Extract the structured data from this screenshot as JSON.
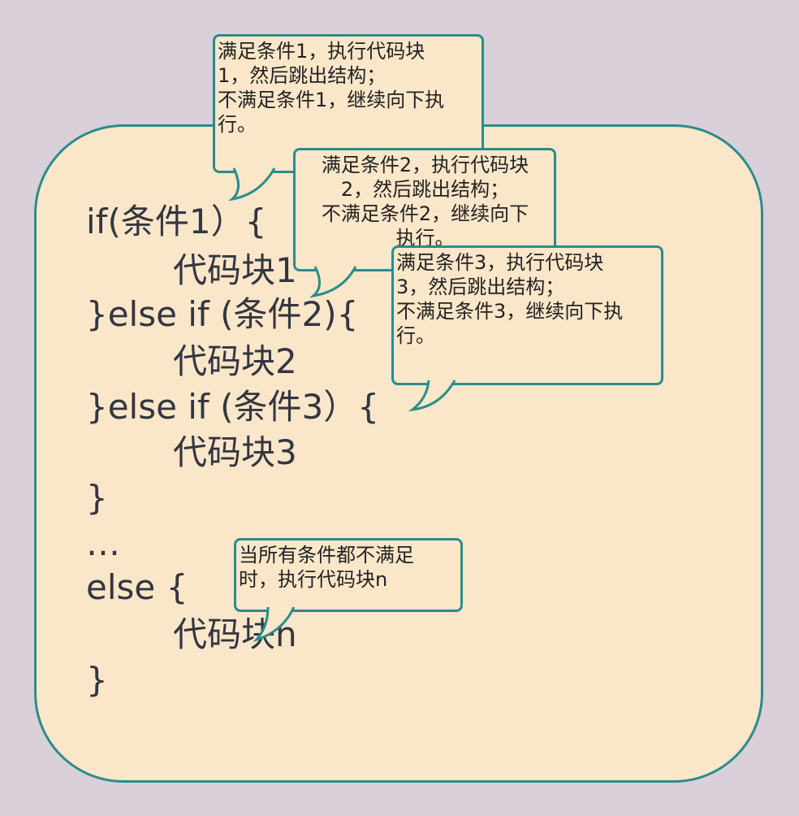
{
  "code": {
    "l1": "if(条件1）{",
    "l2": "代码块1",
    "l3": "}else if (条件2){",
    "l4": "代码块2",
    "l5": "}else if (条件3）{",
    "l6": "代码块3",
    "l7": "}",
    "l8": "…",
    "l9": "else {",
    "l10": "代码块n",
    "l11": "}"
  },
  "callouts": {
    "c1": {
      "lines": [
        "满足条件1，执行代码块",
        "1，然后跳出结构；",
        "不满足条件1，继续向下执",
        "行。"
      ]
    },
    "c2": {
      "lines": [
        "满足条件2，执行代码块",
        "2，然后跳出结构；",
        "不满足条件2，继续向下",
        "执行。"
      ]
    },
    "c3": {
      "lines": [
        "满足条件3，执行代码块",
        "3，然后跳出结构；",
        "不满足条件3，继续向下执",
        "行。"
      ]
    },
    "c4": {
      "lines": [
        "当所有条件都不满足",
        "时，执行代码块n"
      ]
    }
  },
  "colors": {
    "background": "#d9d0d9",
    "panel_fill": "#fae6c9",
    "border": "#2b8c8c",
    "code_text": "#333640"
  }
}
